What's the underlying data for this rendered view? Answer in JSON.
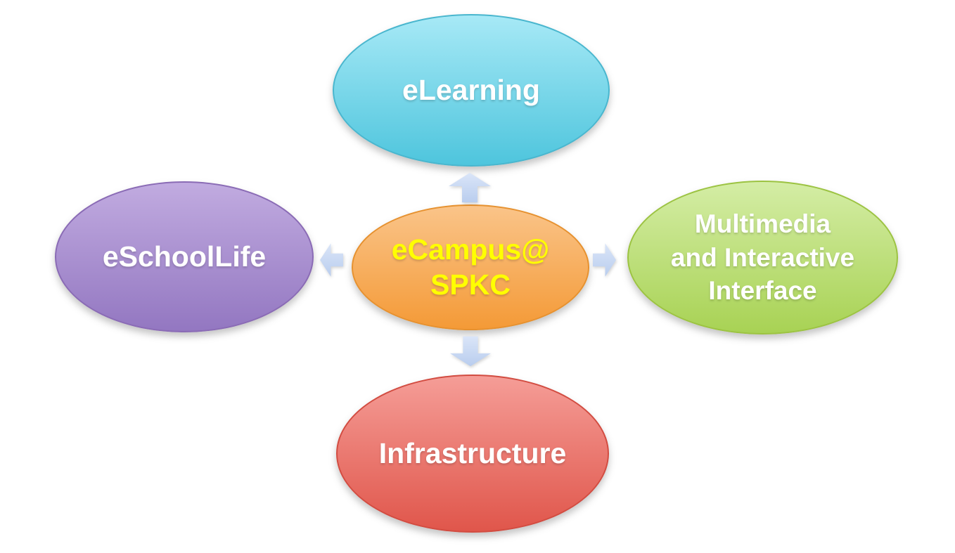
{
  "diagram": {
    "type": "radial-relationship-diagram",
    "background": "#FFFFFF",
    "center_topic": "eCampus@SPKC",
    "nodes": {
      "top": {
        "label": "eLearning",
        "fill_top": "#A7E9F6",
        "fill_bottom": "#4EC5DD",
        "border": "#49B6CE",
        "text_color": "#FFFFFF"
      },
      "left": {
        "label": "eSchoolLife",
        "fill_top": "#C1ABE0",
        "fill_bottom": "#9377C1",
        "border": "#8A6BB5",
        "text_color": "#FFFFFF"
      },
      "center": {
        "lines": [
          "eCampus@",
          "SPKC"
        ],
        "fill_top": "#FAC489",
        "fill_bottom": "#F49A37",
        "border": "#E6912F",
        "text_color": "#FFFF00"
      },
      "right": {
        "lines": [
          "Multimedia",
          "and Interactive",
          "Interface"
        ],
        "fill_top": "#D4EDA5",
        "fill_bottom": "#A8D254",
        "border": "#9CC342",
        "text_color": "#FFFFFF"
      },
      "bottom": {
        "label": "Infrastructure",
        "fill_top": "#F59D97",
        "fill_bottom": "#E0564B",
        "border": "#D24C41",
        "text_color": "#FFFFFF"
      }
    },
    "arrows": {
      "color_top": "#DAE5F8",
      "color_bottom": "#B9CDEE",
      "directions": [
        "up",
        "left",
        "right",
        "down"
      ]
    }
  }
}
